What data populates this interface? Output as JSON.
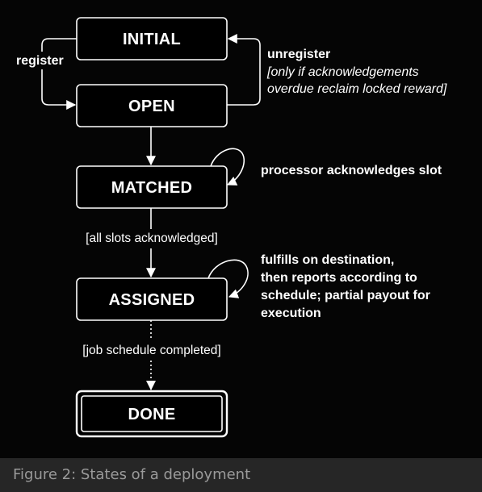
{
  "diagram": {
    "states": {
      "initial": "INITIAL",
      "open": "OPEN",
      "matched": "MATCHED",
      "assigned": "ASSIGNED",
      "done": "DONE"
    },
    "transitions": {
      "register": "register",
      "unregister": "unregister",
      "unregister_condition": [
        "[only if acknowledgements",
        "overdue reclaim locked reward]"
      ],
      "matched_self": "processor acknowledges slot",
      "matched_to_assigned": "[all slots acknowledged]",
      "assigned_self": [
        "fulfills on destination,",
        "then reports according to",
        "schedule; partial payout for",
        "execution"
      ],
      "assigned_to_done": "[job schedule completed]"
    }
  },
  "caption": "Figure 2: States of a deployment",
  "colors": {
    "background": "#050505",
    "page": "#262626",
    "line": "#ffffff",
    "caption": "#9a9a9a"
  }
}
